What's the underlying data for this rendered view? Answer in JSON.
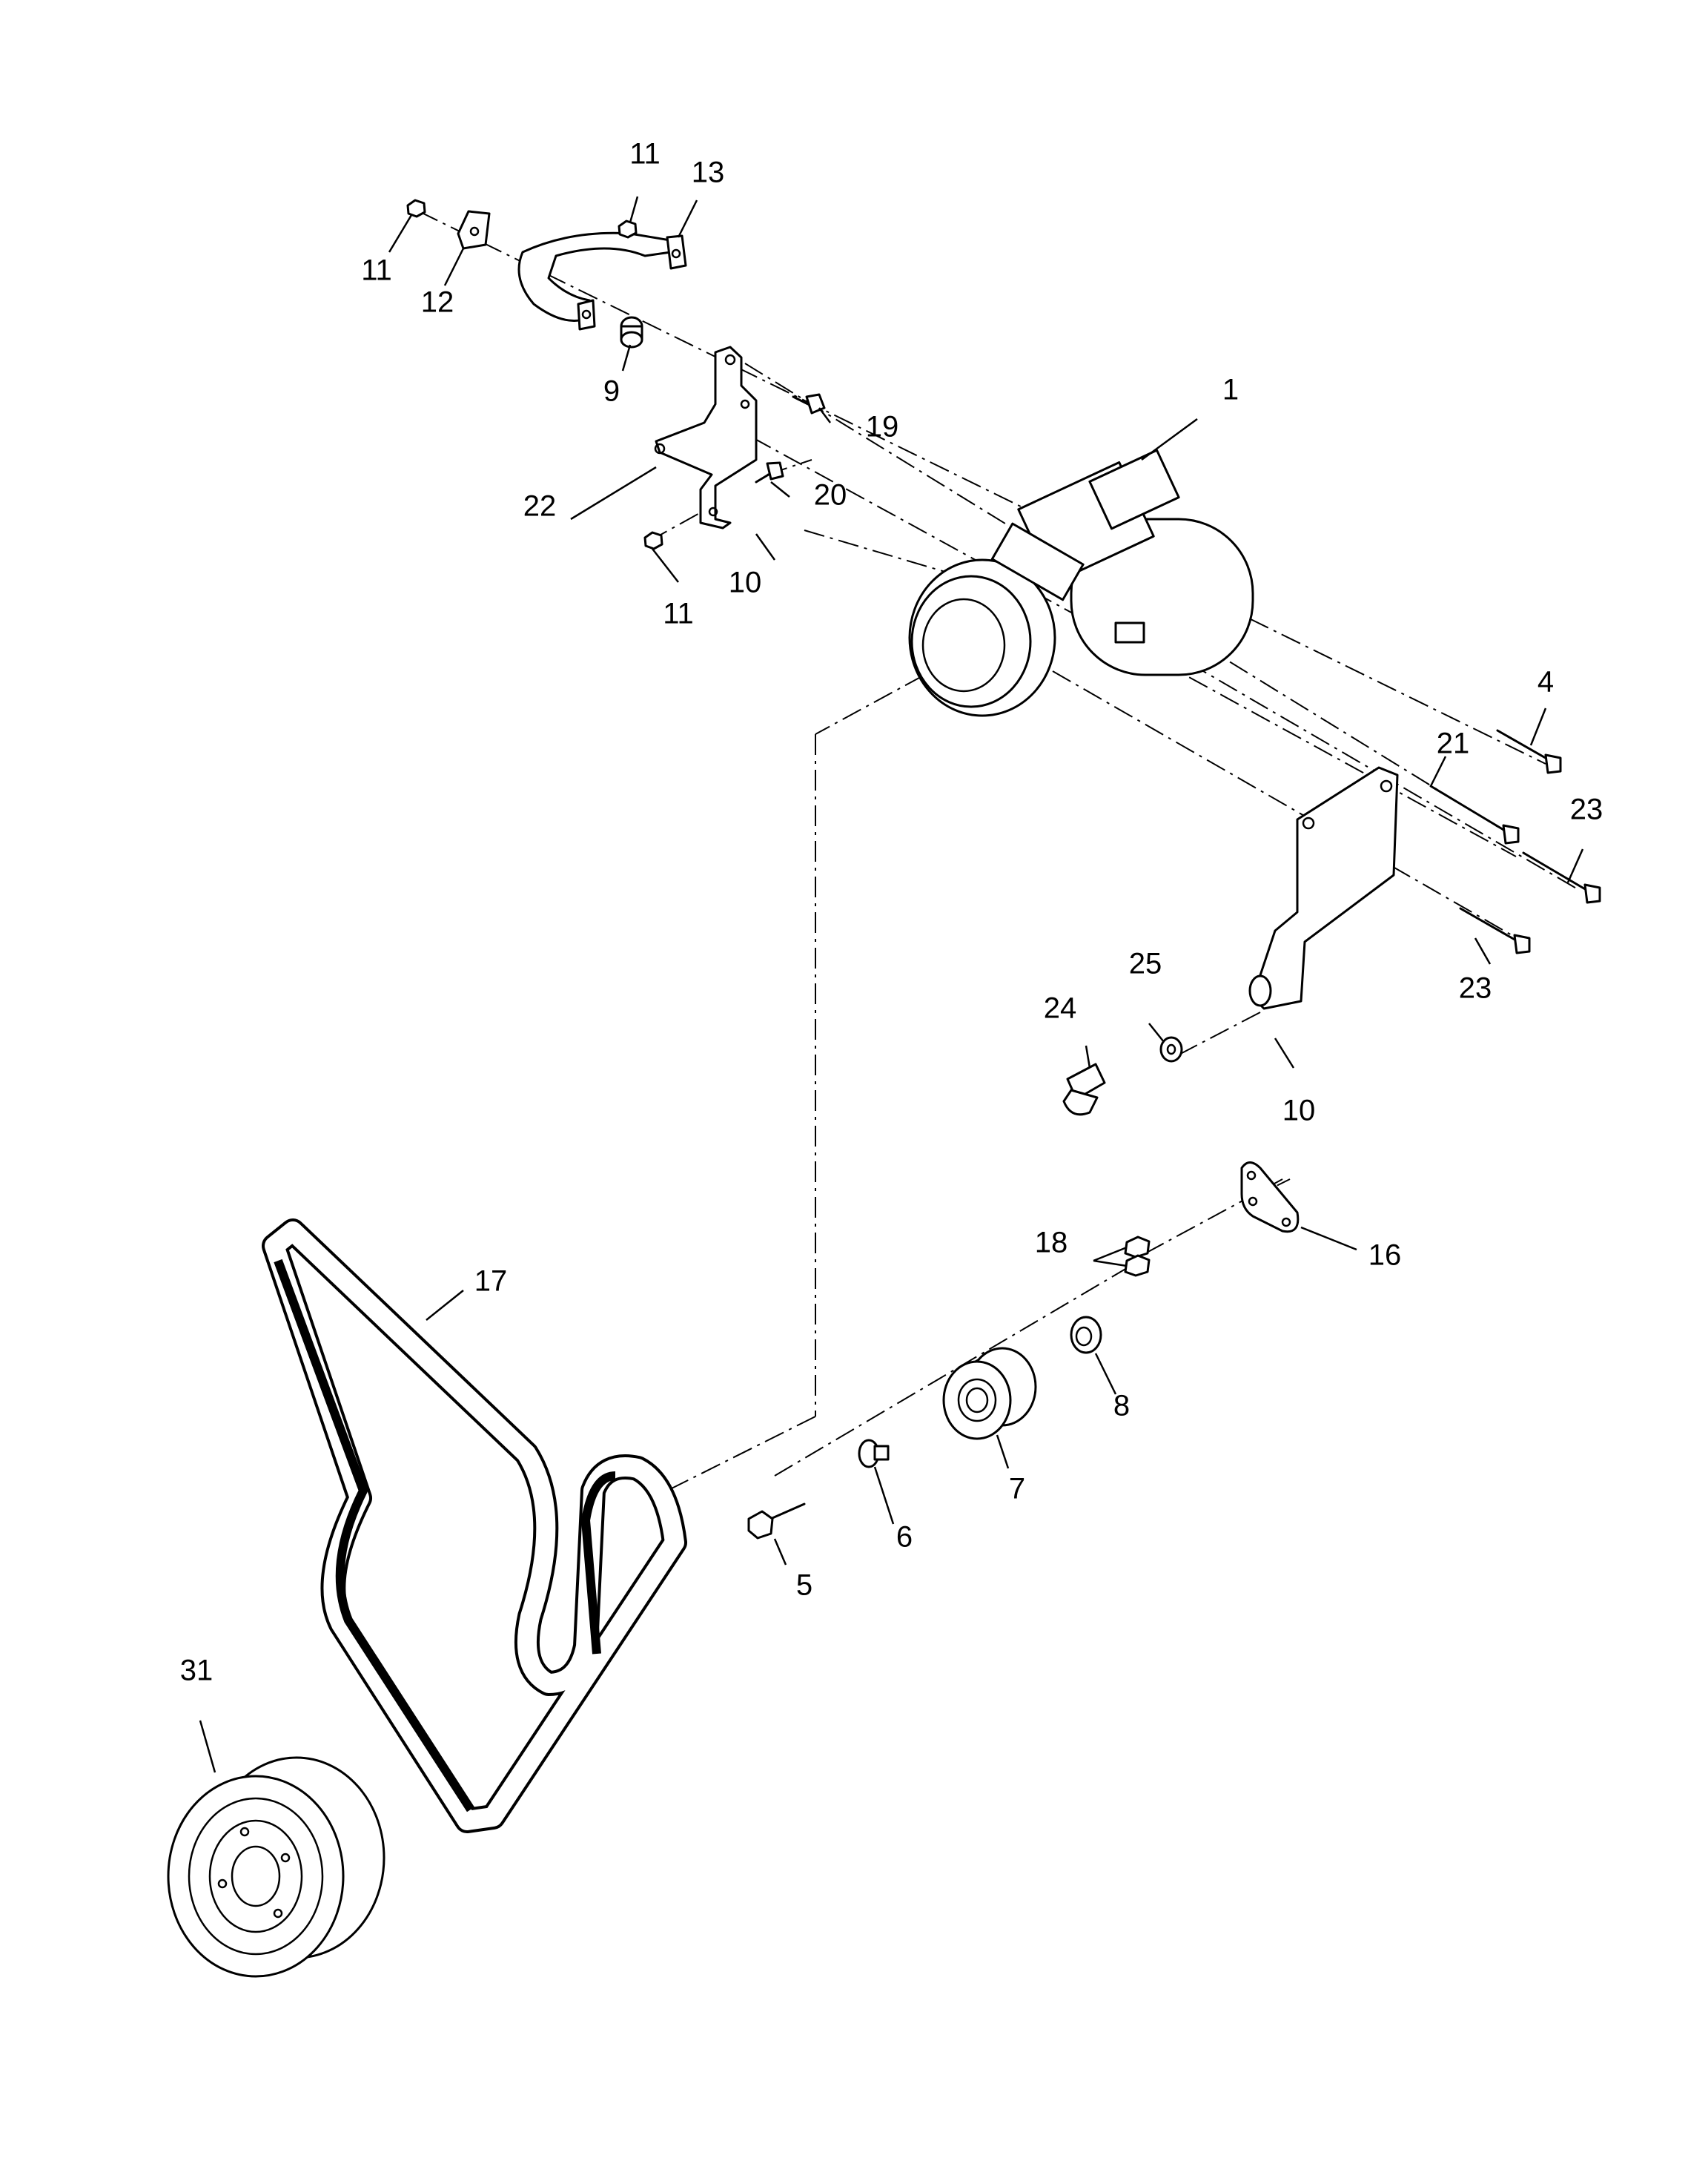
{
  "callouts": [
    {
      "id": "c1",
      "label": "1"
    },
    {
      "id": "c4",
      "label": "4"
    },
    {
      "id": "c5",
      "label": "5"
    },
    {
      "id": "c6",
      "label": "6"
    },
    {
      "id": "c7",
      "label": "7"
    },
    {
      "id": "c8",
      "label": "8"
    },
    {
      "id": "c9",
      "label": "9"
    },
    {
      "id": "c10a",
      "label": "10"
    },
    {
      "id": "c10b",
      "label": "10"
    },
    {
      "id": "c11a",
      "label": "11"
    },
    {
      "id": "c11b",
      "label": "11"
    },
    {
      "id": "c11c",
      "label": "11"
    },
    {
      "id": "c12",
      "label": "12"
    },
    {
      "id": "c13",
      "label": "13"
    },
    {
      "id": "c16",
      "label": "16"
    },
    {
      "id": "c17",
      "label": "17"
    },
    {
      "id": "c18",
      "label": "18"
    },
    {
      "id": "c19",
      "label": "19"
    },
    {
      "id": "c20",
      "label": "20"
    },
    {
      "id": "c21",
      "label": "21"
    },
    {
      "id": "c22",
      "label": "22"
    },
    {
      "id": "c23a",
      "label": "23"
    },
    {
      "id": "c23b",
      "label": "23"
    },
    {
      "id": "c24",
      "label": "24"
    },
    {
      "id": "c25",
      "label": "25"
    },
    {
      "id": "c31",
      "label": "31"
    }
  ]
}
